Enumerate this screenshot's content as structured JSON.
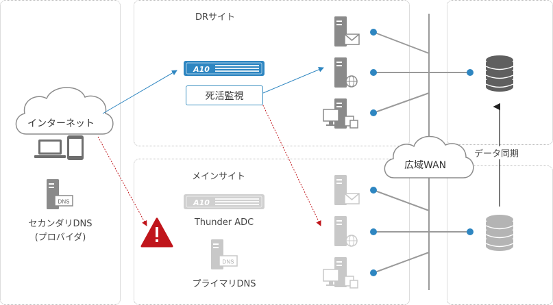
{
  "labels": {
    "dr_site": "DRサイト",
    "main_site": "メインサイト",
    "internet": "インターネット",
    "secondary_dns_line1": "セカンダリDNS",
    "secondary_dns_line2": "(プロバイダ)",
    "health_check": "死活監視",
    "thunder_adc": "Thunder ADC",
    "primary_dns": "プライマリDNS",
    "wan": "広域WAN",
    "data_sync": "データ同期",
    "dns_tag": "DNS",
    "a10_logo": "A10"
  },
  "colors": {
    "accent_blue": "#2e86c1",
    "alert_red": "#c0151b",
    "gray_icon": "#8a8a8a",
    "light_gray_icon": "#c8c8c8",
    "db_dark": "#5f5f5f",
    "db_light": "#b4b4b4"
  }
}
